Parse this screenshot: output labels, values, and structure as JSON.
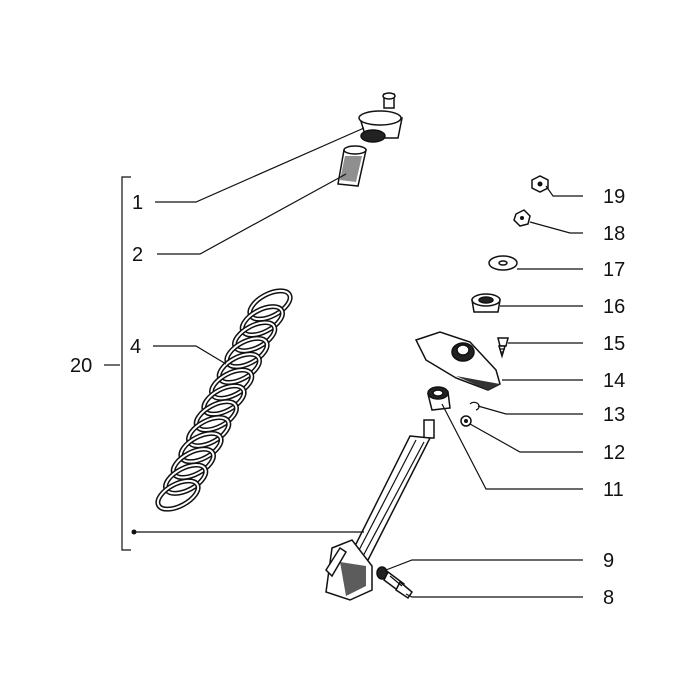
{
  "colors": {
    "ink": "#111111",
    "paper": "#ffffff"
  },
  "callouts": {
    "c1": "1",
    "c2": "2",
    "c4": "4",
    "c8": "8",
    "c9": "9",
    "c11": "11",
    "c12": "12",
    "c13": "13",
    "c14": "14",
    "c15": "15",
    "c16": "16",
    "c17": "17",
    "c18": "18",
    "c19": "19",
    "c20": "20"
  },
  "parts": [
    {
      "id": "1",
      "name": "top-bushing"
    },
    {
      "id": "2",
      "name": "bump-stop"
    },
    {
      "id": "4",
      "name": "coil-spring"
    },
    {
      "id": "8",
      "name": "bolt"
    },
    {
      "id": "9",
      "name": "washer"
    },
    {
      "id": "11",
      "name": "bush"
    },
    {
      "id": "12",
      "name": "nut"
    },
    {
      "id": "13",
      "name": "circlip"
    },
    {
      "id": "14",
      "name": "mounting-plate"
    },
    {
      "id": "15",
      "name": "screw"
    },
    {
      "id": "16",
      "name": "rubber-bush"
    },
    {
      "id": "17",
      "name": "flat-washer"
    },
    {
      "id": "18",
      "name": "nut"
    },
    {
      "id": "19",
      "name": "self-locking-nut"
    },
    {
      "id": "20",
      "name": "shock-absorber-assembly"
    }
  ]
}
